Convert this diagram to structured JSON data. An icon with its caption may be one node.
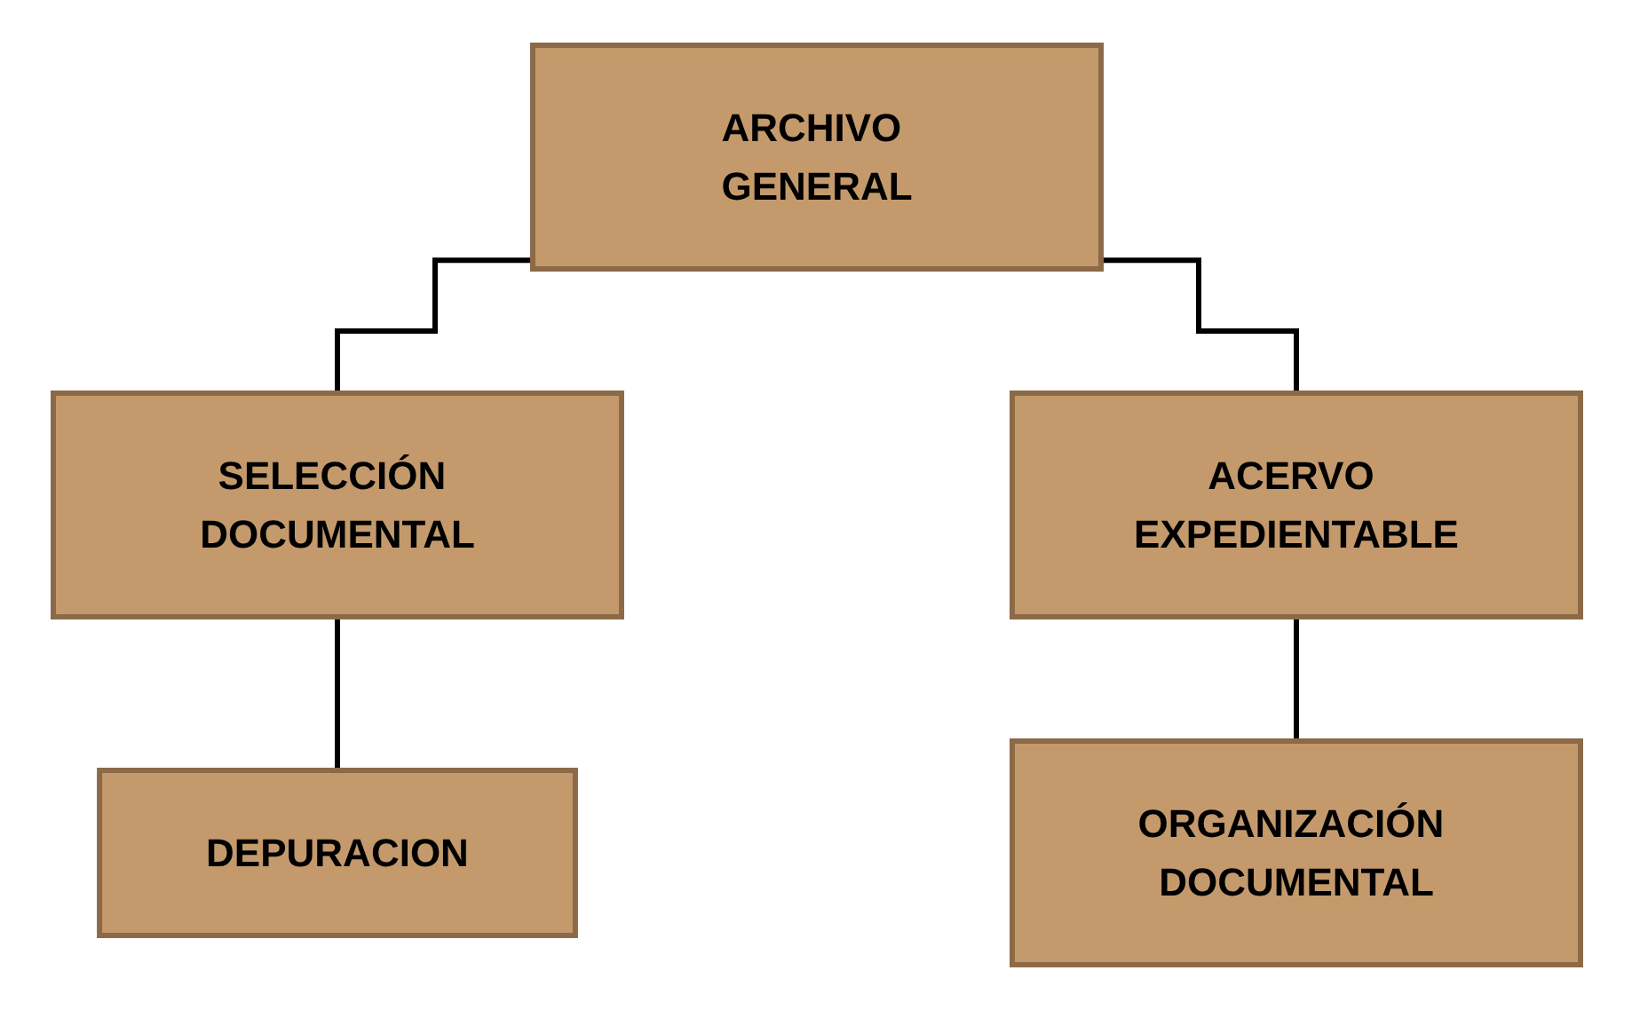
{
  "diagram": {
    "nodes": [
      {
        "text": [
          "ARCHIVO GENERAL"
        ]
      },
      {
        "text": [
          "SELECCIÓN DOCUMENTAL"
        ]
      },
      {
        "text": [
          "ACERVO EXPEDIENTABLE"
        ]
      },
      {
        "text": [
          "DEPURACION"
        ]
      },
      {
        "text": [
          "ORGANIZACIÓN DOCUMENTAL"
        ]
      }
    ],
    "edges": [
      {
        "from": 0,
        "to": 1,
        "arrow": "none"
      },
      {
        "from": 0,
        "to": 2,
        "arrow": "none"
      },
      {
        "from": 1,
        "to": 3,
        "arrow": "none"
      },
      {
        "from": 2,
        "to": 4,
        "arrow": "none"
      }
    ]
  }
}
